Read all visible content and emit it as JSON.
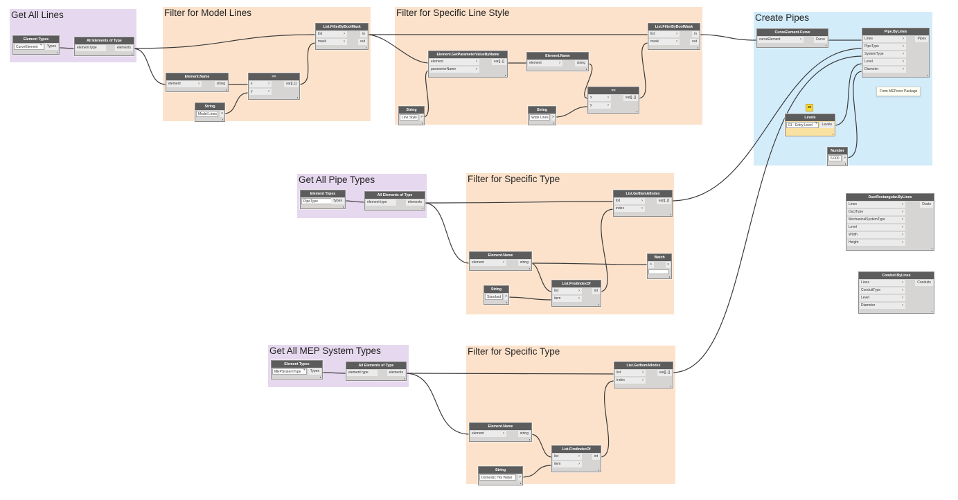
{
  "groups": {
    "get_all_lines": "Get All Lines",
    "filter_model_lines": "Filter for Model Lines",
    "filter_line_style": "Filter for Specific Line Style",
    "create_pipes": "Create Pipes",
    "get_pipe_types": "Get All Pipe Types",
    "filter_type_1": "Filter for Specific Type",
    "get_mep_types": "Get All MEP System Types",
    "filter_type_2": "Filter for Specific Type"
  },
  "nodes": {
    "et1": {
      "title": "Element Types",
      "value": "CurveElement",
      "out": "Types"
    },
    "aet1": {
      "title": "All Elements of Type",
      "in": "element type",
      "out": "elements"
    },
    "en1": {
      "title": "Element.Name",
      "in": "element",
      "out": "string"
    },
    "str1": {
      "title": "String",
      "value": "Model Lines",
      "out": ">"
    },
    "eq1": {
      "title": "==",
      "in_x": "x",
      "in_y": "y",
      "out": "var[]..[]"
    },
    "fbm1": {
      "title": "List.FilterByBoolMask",
      "in_list": "list",
      "in_mask": "mask",
      "out_in": "in",
      "out_out": "out"
    },
    "str2": {
      "title": "String",
      "value": "Line Style",
      "out": ">"
    },
    "gpv": {
      "title": "Element.GetParameterValueByName",
      "in_el": "element",
      "in_pn": "parameterName",
      "out": "var[]..[]"
    },
    "en2": {
      "title": "Element.Name",
      "in": "element",
      "out": "string"
    },
    "str3": {
      "title": "String",
      "value": "Wide Lines",
      "out": ">"
    },
    "eq2": {
      "title": "==",
      "in_x": "x",
      "in_y": "y",
      "out": "var[]..[]"
    },
    "fbm2": {
      "title": "List.FilterByBoolMask",
      "in_list": "list",
      "in_mask": "mask",
      "out_in": "in",
      "out_out": "out"
    },
    "cec": {
      "title": "CurveElement.Curve",
      "in": "curveElement",
      "out": "Curve"
    },
    "pbl": {
      "title": "Pipe.ByLines",
      "inputs": [
        "Lines",
        "PipeType",
        "SystemType",
        "Level",
        "Diameter"
      ],
      "out": "Pipes"
    },
    "note": "From MEPover Package",
    "levels": {
      "title": "Levels",
      "value": "01 - Entry Level",
      "out": "Levels"
    },
    "number": {
      "title": "Number",
      "value": "6.000",
      "out": ">"
    },
    "drbl": {
      "title": "DuctRectangular.ByLines",
      "inputs": [
        "Lines",
        "DuctType",
        "MechanicalSystemType",
        "Level",
        "Width",
        "Height"
      ],
      "out": "Ducts"
    },
    "cbl": {
      "title": "Conduit.ByLines",
      "inputs": [
        "Lines",
        "ConduitType",
        "Level",
        "Diameter"
      ],
      "out": "Conduits"
    },
    "et2": {
      "title": "Element Types",
      "value": "PipeType",
      "out": "Types"
    },
    "aet2": {
      "title": "All Elements of Type",
      "in": "element type",
      "out": "elements"
    },
    "gai1": {
      "title": "List.GetItemAtIndex",
      "in_list": "list",
      "in_index": "index",
      "out": "var[]..[]"
    },
    "en3": {
      "title": "Element.Name",
      "in": "element",
      "out": "string"
    },
    "watch": {
      "title": "Watch",
      "in": ">",
      "out": ">"
    },
    "str4": {
      "title": "String",
      "value": "Standard",
      "out": ">"
    },
    "fio1": {
      "title": "List.FirstIndexOf",
      "in_list": "list",
      "in_item": "item",
      "out": "int"
    },
    "et3": {
      "title": "Element Types",
      "value": "MEPSystemType",
      "out": "Types"
    },
    "aet3": {
      "title": "All Elements of Type",
      "in": "element type",
      "out": "elements"
    },
    "gai2": {
      "title": "List.GetItemAtIndex",
      "in_list": "list",
      "in_index": "index",
      "out": "var[]..[]"
    },
    "en4": {
      "title": "Element.Name",
      "in": "element",
      "out": "string"
    },
    "fio2": {
      "title": "List.FirstIndexOf",
      "in_list": "list",
      "in_item": "item",
      "out": "int"
    },
    "str5": {
      "title": "String",
      "value": "Domestic Hot Water",
      "out": ">"
    }
  },
  "colors": {
    "purple_group": "#e6d8ee",
    "orange_group": "#fde2cb",
    "blue_group": "#d2ecfa",
    "node_header": "#5c5c5c",
    "wire": "#3a3a3a"
  }
}
